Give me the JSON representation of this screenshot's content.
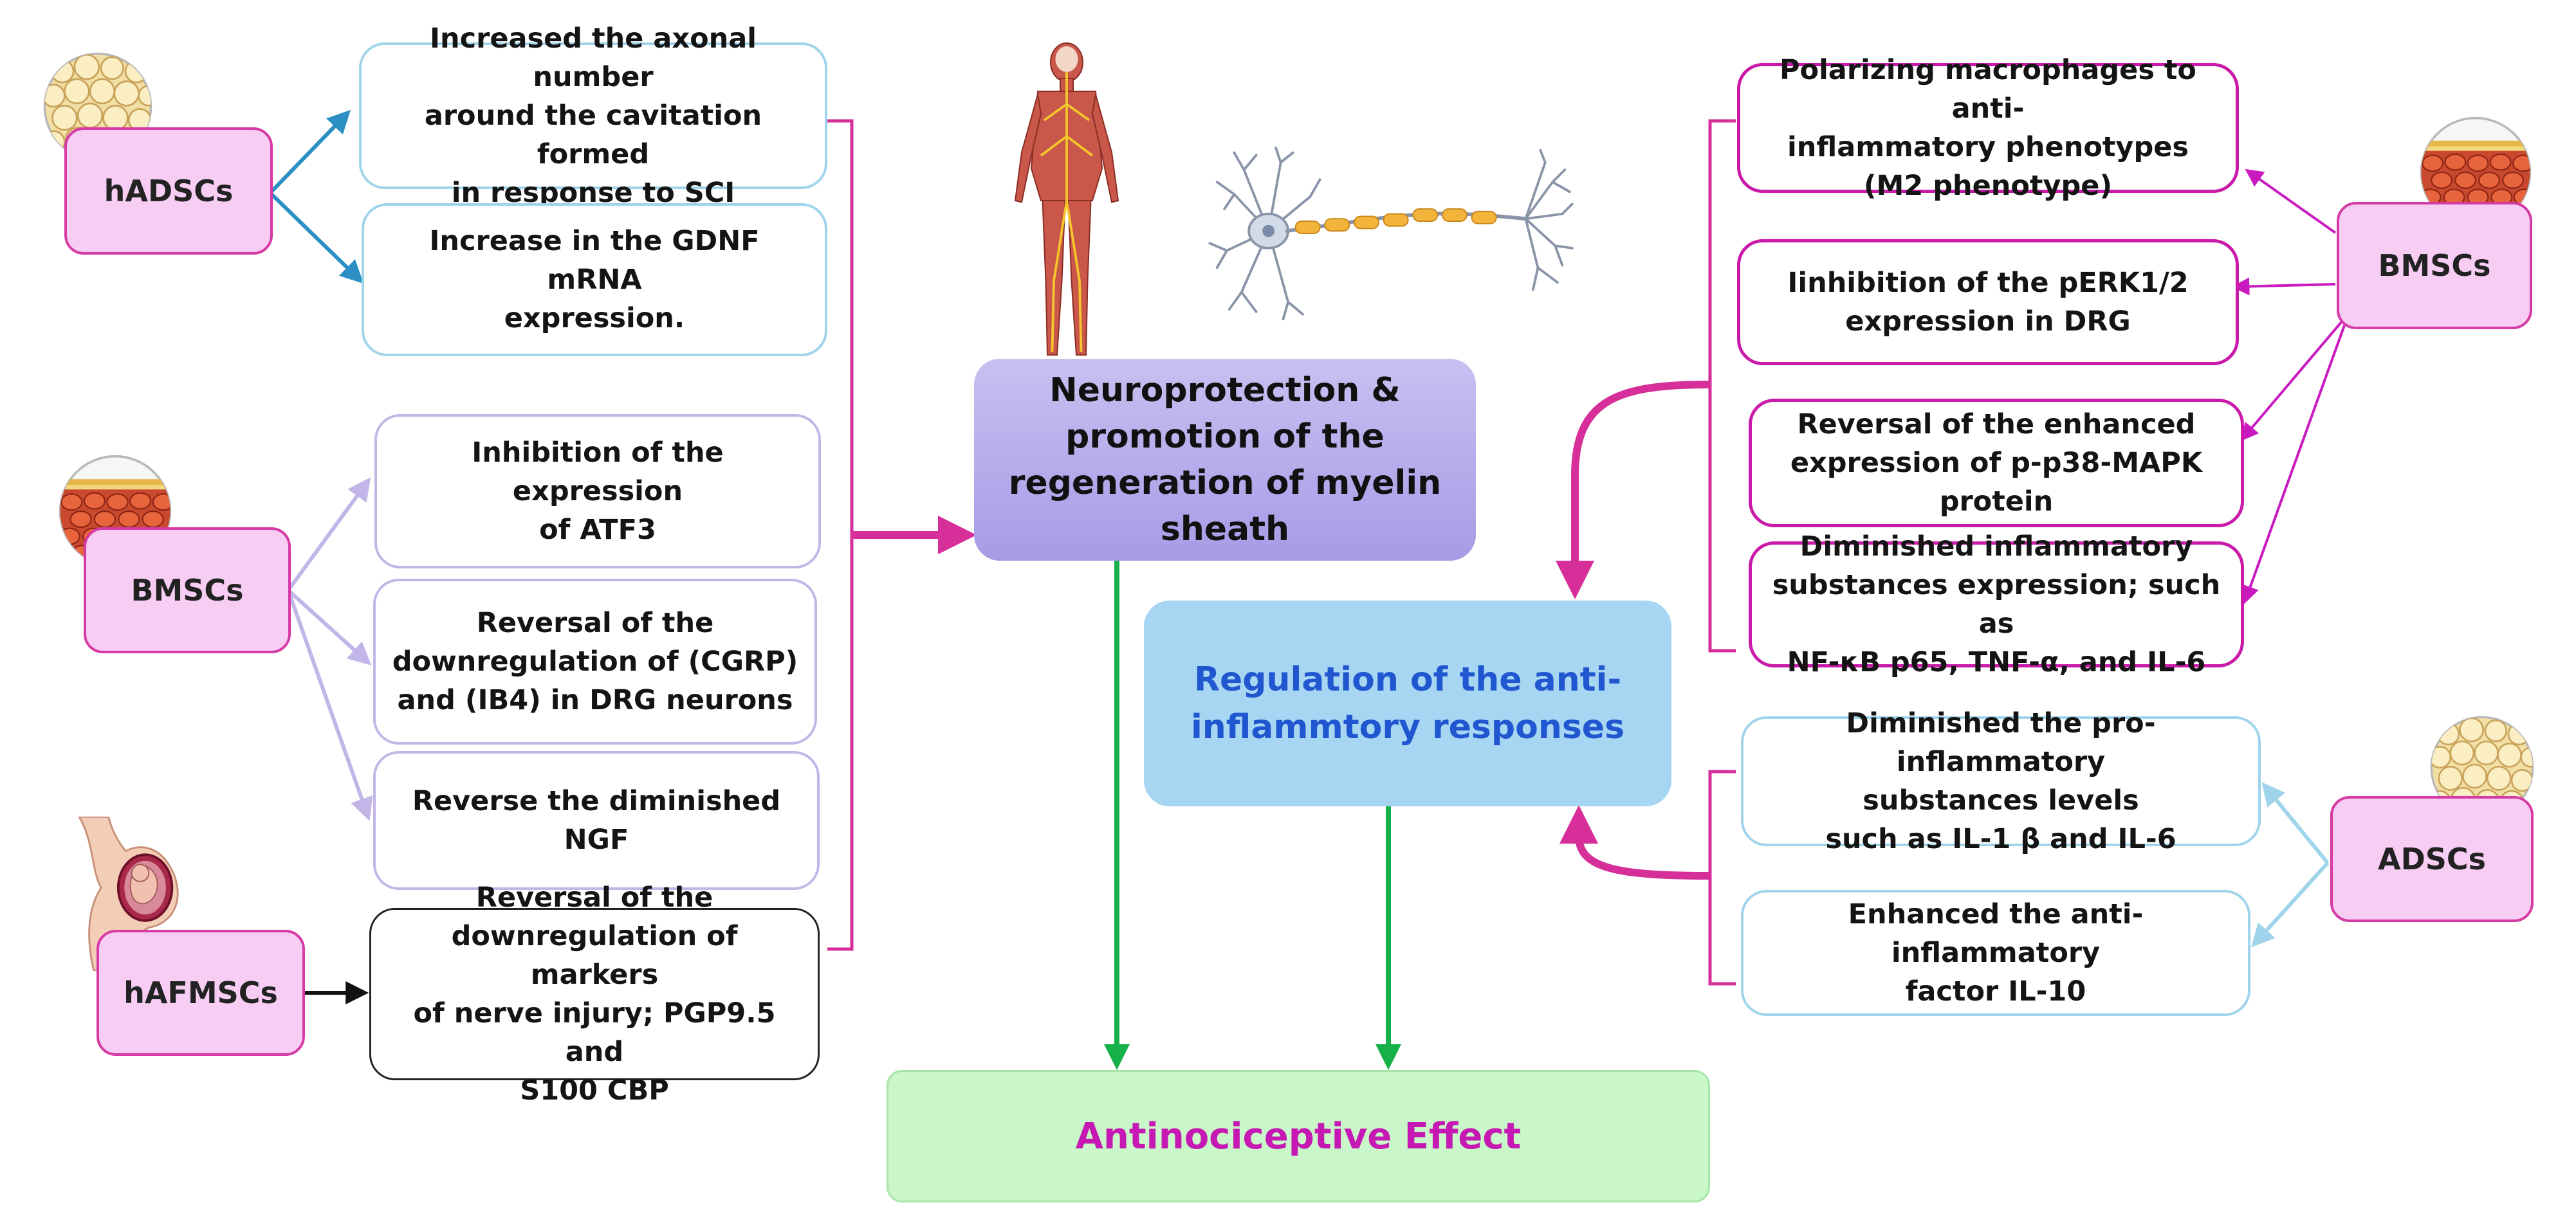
{
  "left": {
    "hADSCs": {
      "label": "hADSCs",
      "effects": [
        "Increased the axonal number\naround the cavitation formed\nin response to SCI",
        "Increase in the GDNF mRNA\nexpression."
      ]
    },
    "BMSCs": {
      "label": "BMSCs",
      "effects": [
        "Inhibition of the expression\nof ATF3",
        "Reversal of the\ndownregulation of (CGRP)\nand (IB4) in DRG neurons",
        "Reverse the diminished NGF"
      ]
    },
    "hAFMSCs": {
      "label": "hAFMSCs",
      "effects": [
        "Reversal of the\ndownregulation of markers\nof nerve injury;  PGP9.5 and\nS100 CBP"
      ]
    }
  },
  "right": {
    "BMSCs": {
      "label": "BMSCs",
      "effects": [
        "Polarizing macrophages to anti-\ninflammatory phenotypes\n(M2 phenotype)",
        "Iinhibition of the pERK1/2\nexpression in DRG",
        "Reversal of the enhanced\nexpression of p-p38-MAPK\nprotein",
        "Diminished inflammatory\nsubstances expression; such as\nNF-κB p65, TNF-α, and IL-6"
      ]
    },
    "ADSCs": {
      "label": "ADSCs",
      "effects": [
        "Diminished the pro-inflammatory\nsubstances levels\nsuch as IL-1 β and IL-6",
        "Enhanced the anti-inflammatory\nfactor IL-10"
      ]
    }
  },
  "hubs": {
    "neuro": "Neuroprotection &\npromotion of the\nregeneration of myelin\nsheath",
    "regulation": "Regulation of the anti-\ninflammtory responses",
    "antinociceptive": "Antinociceptive Effect"
  },
  "colors": {
    "cell_label_fill": "#f7cdf4",
    "cell_label_border": "#d63aa5",
    "hADSCs_arrows": "#2b8fc4",
    "BMSCs_left_arrows": "#c2b6e8",
    "magenta_arrows": "#d62f99",
    "right_bmsc_arrows": "#c91ac0",
    "adsc_arrows": "#9fd4ea",
    "green_arrows": "#17b14a",
    "neuro_hub": "#a99ae6",
    "regulation_hub": "#a7d6f2",
    "regulation_text": "#2057d0",
    "antinociceptive_fill": "#c9f7c9",
    "antinociceptive_text": "#c618b3"
  },
  "icons": [
    "fat-tissue-icon",
    "bone-marrow-icon",
    "pregnant-womb-icon",
    "human-nervous-system-icon",
    "neuron-icon"
  ]
}
